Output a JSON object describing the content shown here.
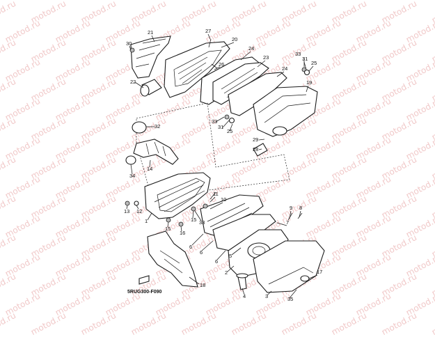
{
  "watermark": {
    "text": "motod.ru",
    "color": "#f1c9c9"
  },
  "diagram_code": "5RUG300-F090",
  "callouts": [
    {
      "id": "c21",
      "label": "21"
    },
    {
      "id": "c30",
      "label": "30"
    },
    {
      "id": "c22",
      "label": "22"
    },
    {
      "id": "c27",
      "label": "27"
    },
    {
      "id": "c20",
      "label": "20"
    },
    {
      "id": "c26",
      "label": "26"
    },
    {
      "id": "c24a",
      "label": "24"
    },
    {
      "id": "c23",
      "label": "23"
    },
    {
      "id": "c24b",
      "label": "24"
    },
    {
      "id": "c33a",
      "label": "33"
    },
    {
      "id": "c31a",
      "label": "31"
    },
    {
      "id": "c25a",
      "label": "25"
    },
    {
      "id": "c19",
      "label": "19"
    },
    {
      "id": "c33b",
      "label": "33"
    },
    {
      "id": "c31b",
      "label": "31"
    },
    {
      "id": "c25b",
      "label": "25"
    },
    {
      "id": "c32",
      "label": "32"
    },
    {
      "id": "c29",
      "label": "29"
    },
    {
      "id": "c28",
      "label": "28"
    },
    {
      "id": "c14",
      "label": "14"
    },
    {
      "id": "c34",
      "label": "34"
    },
    {
      "id": "c11",
      "label": "11"
    },
    {
      "id": "c10",
      "label": "10"
    },
    {
      "id": "c13",
      "label": "13"
    },
    {
      "id": "c12",
      "label": "12"
    },
    {
      "id": "c1",
      "label": "1"
    },
    {
      "id": "c15a",
      "label": "15"
    },
    {
      "id": "c33c",
      "label": "33"
    },
    {
      "id": "c15b",
      "label": "15"
    },
    {
      "id": "c16",
      "label": "16"
    },
    {
      "id": "c9",
      "label": "9"
    },
    {
      "id": "c8",
      "label": "8"
    },
    {
      "id": "c7",
      "label": "7"
    },
    {
      "id": "c6a",
      "label": "6"
    },
    {
      "id": "c6b",
      "label": "6"
    },
    {
      "id": "c6c",
      "label": "6"
    },
    {
      "id": "c5",
      "label": "5"
    },
    {
      "id": "c2",
      "label": "2"
    },
    {
      "id": "c17",
      "label": "17"
    },
    {
      "id": "c18",
      "label": "18"
    },
    {
      "id": "c4",
      "label": "4"
    },
    {
      "id": "c3",
      "label": "3"
    },
    {
      "id": "c35",
      "label": "35"
    }
  ]
}
